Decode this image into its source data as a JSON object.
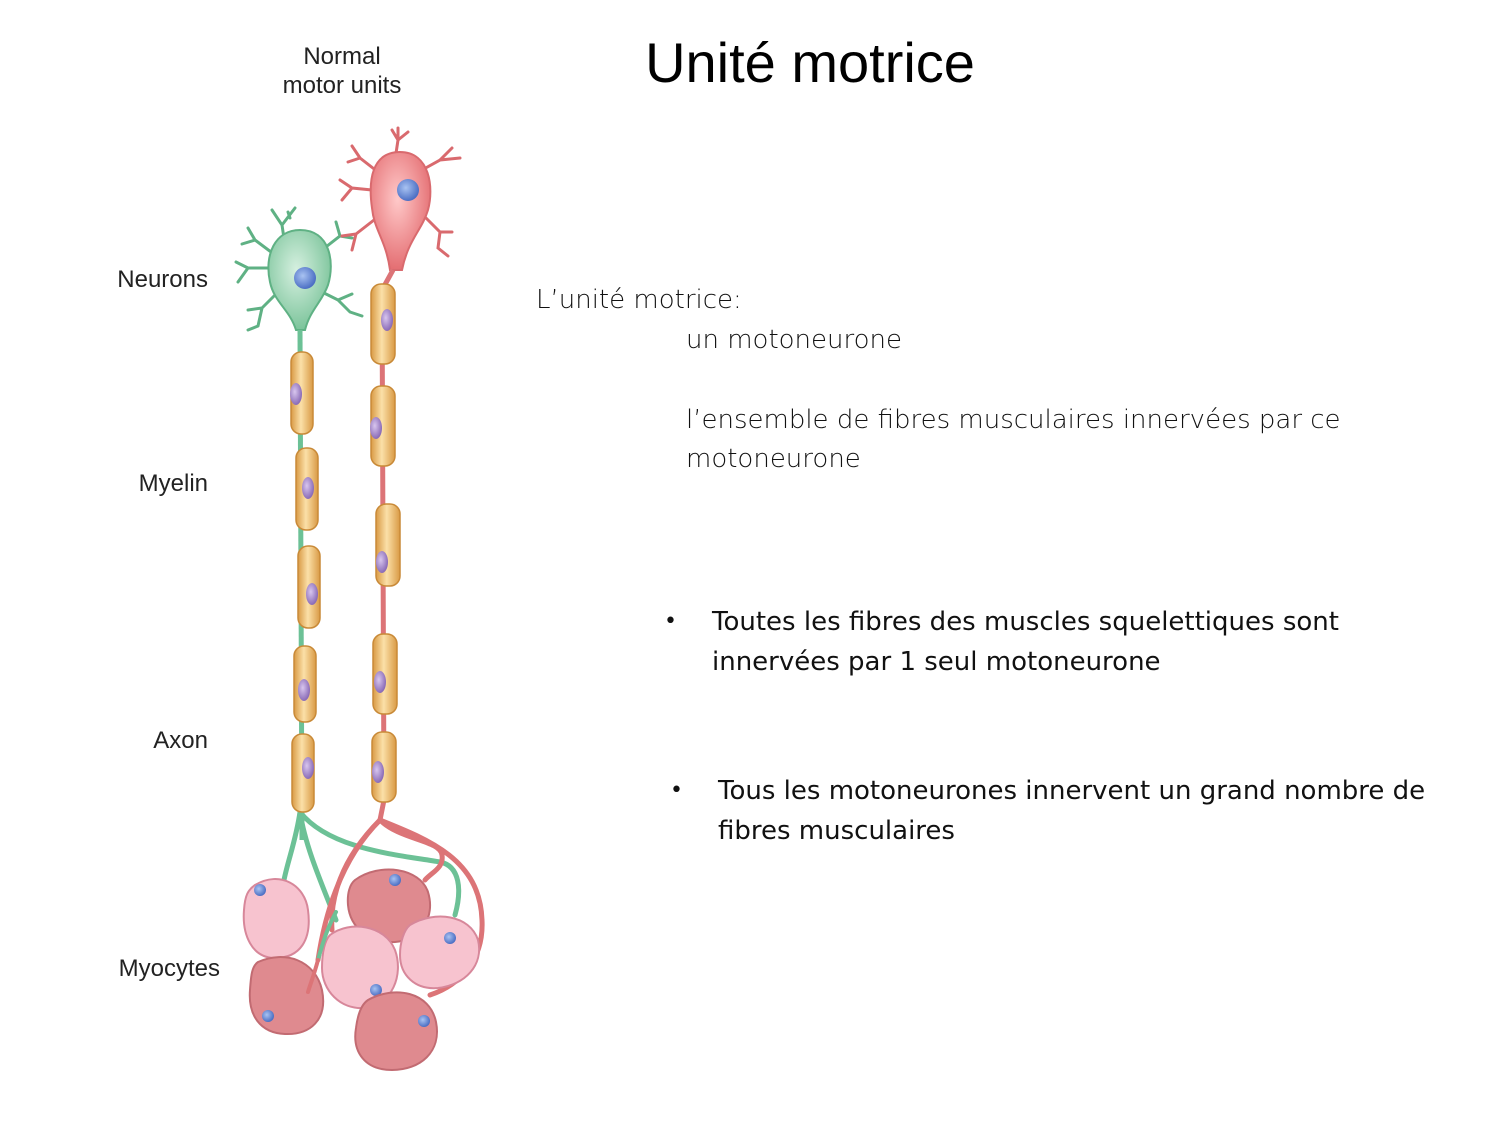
{
  "slide": {
    "title": "Unité motrice"
  },
  "figure": {
    "header_line1": "Normal",
    "header_line2": "motor units",
    "labels": {
      "neurons": "Neurons",
      "myelin": "Myelin",
      "axon": "Axon",
      "myocytes": "Myocytes"
    },
    "colors": {
      "green_neuron": "#8fcea8",
      "red_neuron": "#e98284",
      "myelin": "#f0c77e",
      "myelin_nucleus": "#a58ac8",
      "myocyte_light": "#f7c3cf",
      "myocyte_dark": "#df8a8f",
      "nucleus": "#6f8fd6"
    }
  },
  "definition": {
    "heading": "L’unité motrice:",
    "item1": "un motoneurone",
    "item2_line1": "l’ensemble de fibres musculaires innervées par ce",
    "item2_line2": "motoneurone"
  },
  "bullets": [
    {
      "symbol": "•",
      "line1": "Toutes les fibres des muscles squelettiques sont",
      "line2": "innervées par 1 seul motoneurone"
    },
    {
      "symbol": "•",
      "line1": "Tous les motoneurones innervent un grand nombre de",
      "line2": "fibres musculaires"
    }
  ]
}
